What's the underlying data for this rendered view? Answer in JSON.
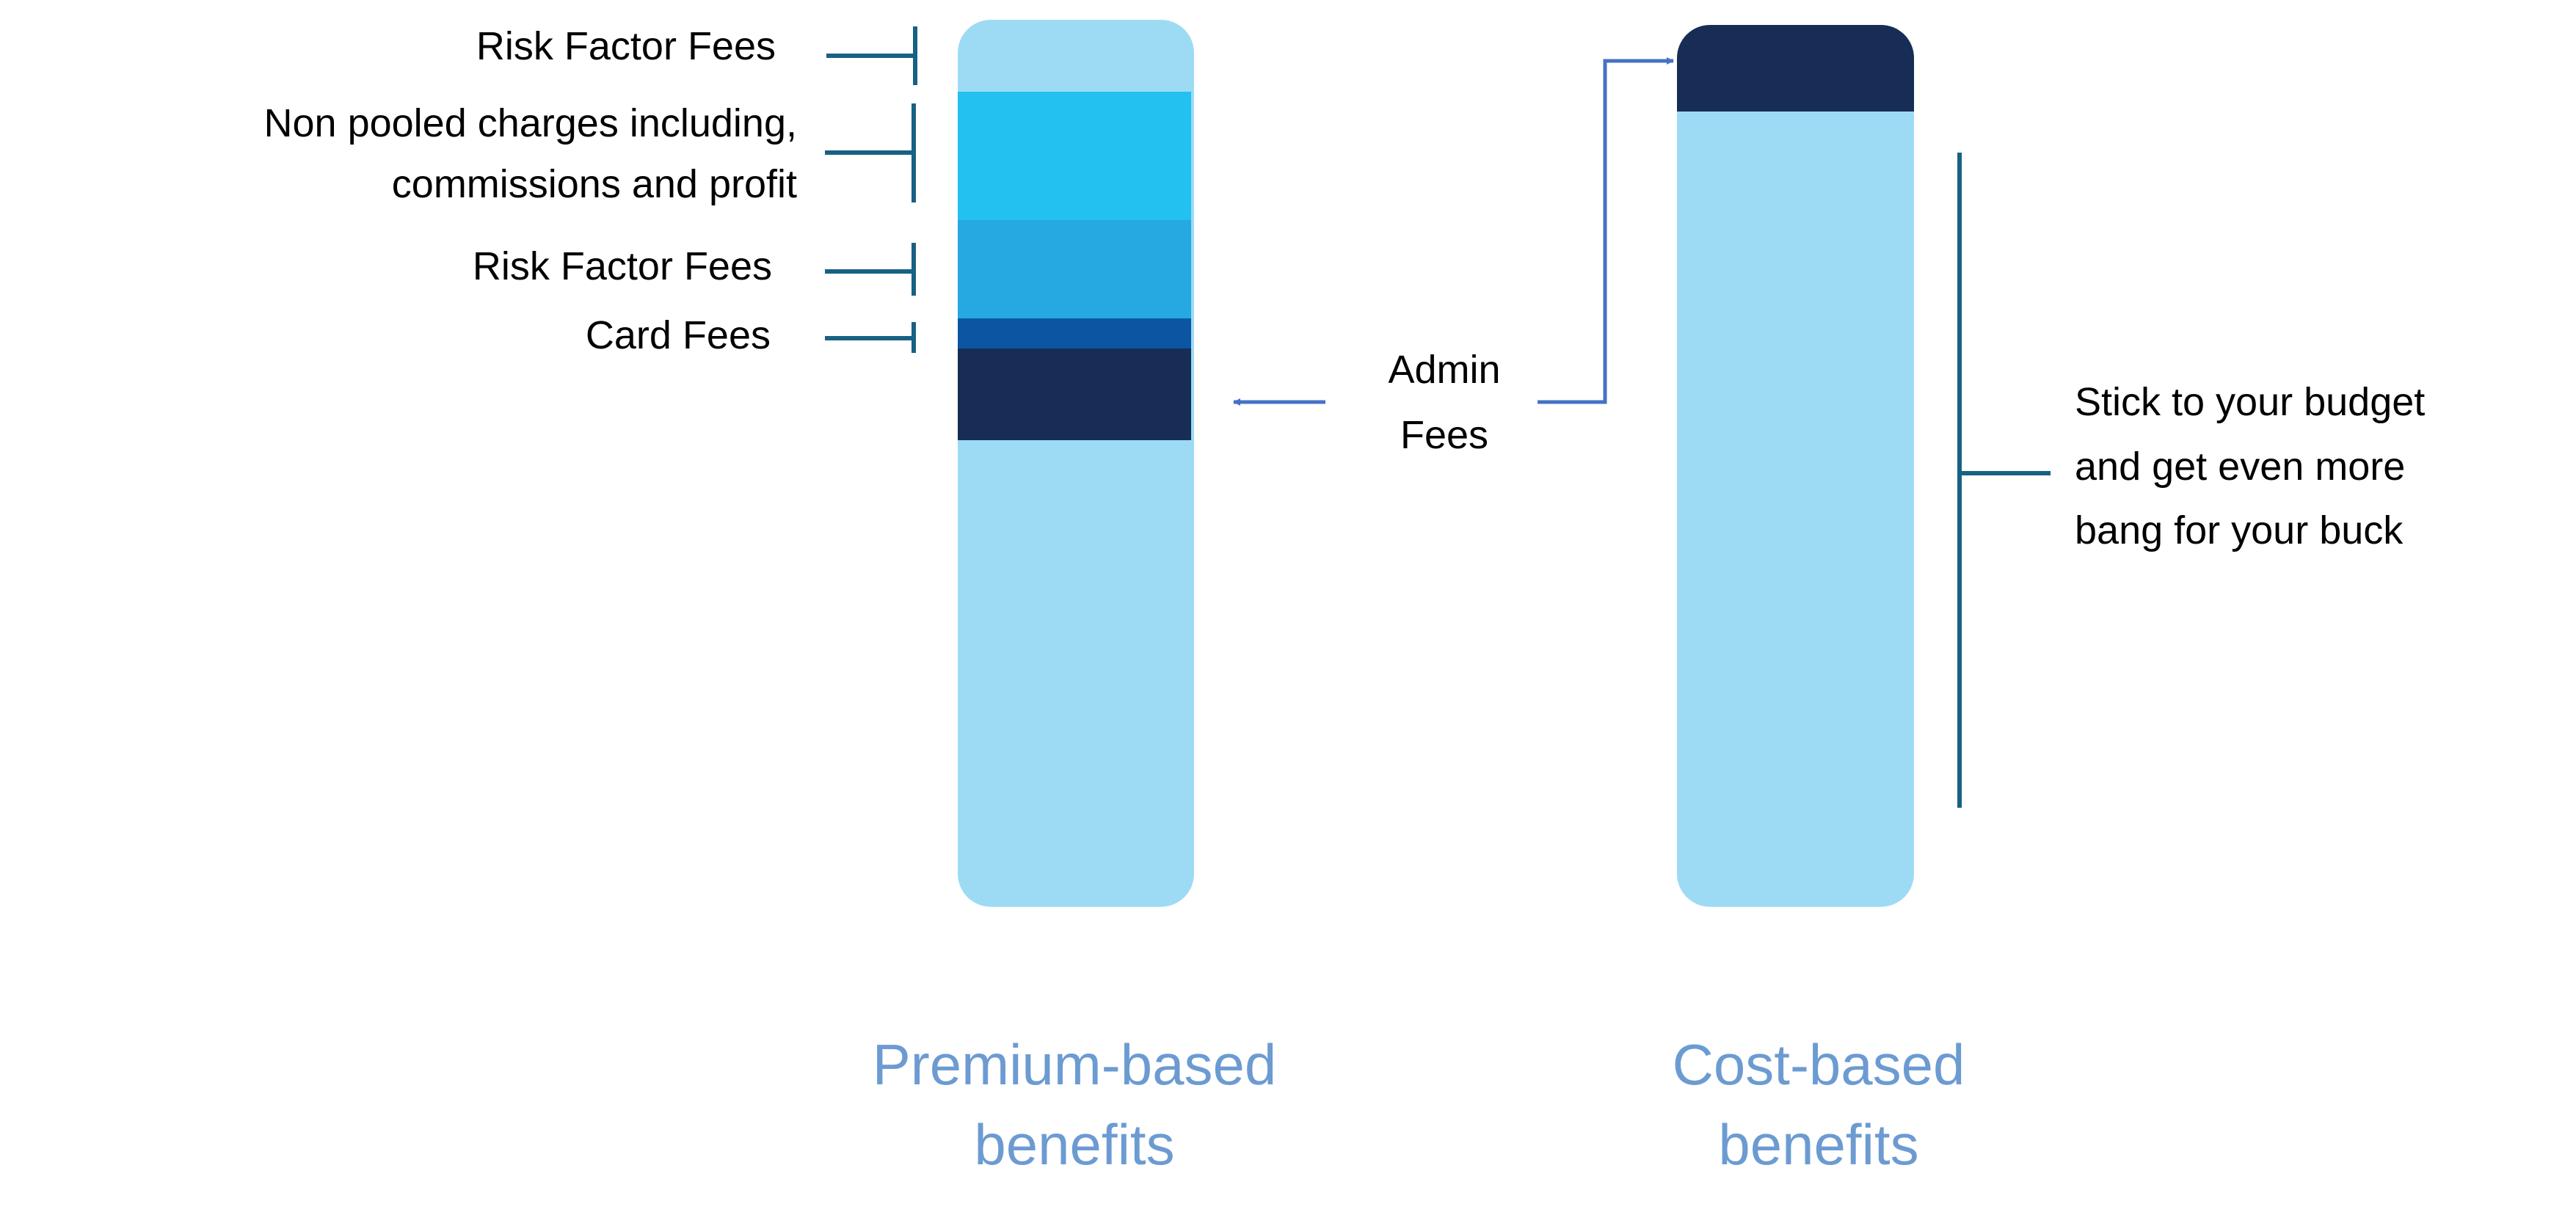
{
  "colors": {
    "light": "#9DDBF5",
    "cyan": "#22C1F0",
    "mid": "#26A9E0",
    "card": "#0B55A3",
    "dark": "#172D56",
    "bracket": "#186184",
    "arrow": "#4472C4",
    "caption": "#6C9BD2"
  },
  "left_labels": [
    {
      "text": "Risk Factor Fees"
    },
    {
      "line1": "Non pooled charges including,",
      "line2": "commissions and profit"
    },
    {
      "text": "Risk Factor Fees"
    },
    {
      "text": "Card Fees"
    }
  ],
  "admin": {
    "line1": "Admin",
    "line2": "Fees"
  },
  "right_note": {
    "line1": "Stick to your budget",
    "line2": "and get even more",
    "line3": "bang for your buck"
  },
  "captions": {
    "premium": {
      "line1": "Premium-based",
      "line2": "benefits"
    },
    "cost": {
      "line1": "Cost-based",
      "line2": "benefits"
    }
  }
}
